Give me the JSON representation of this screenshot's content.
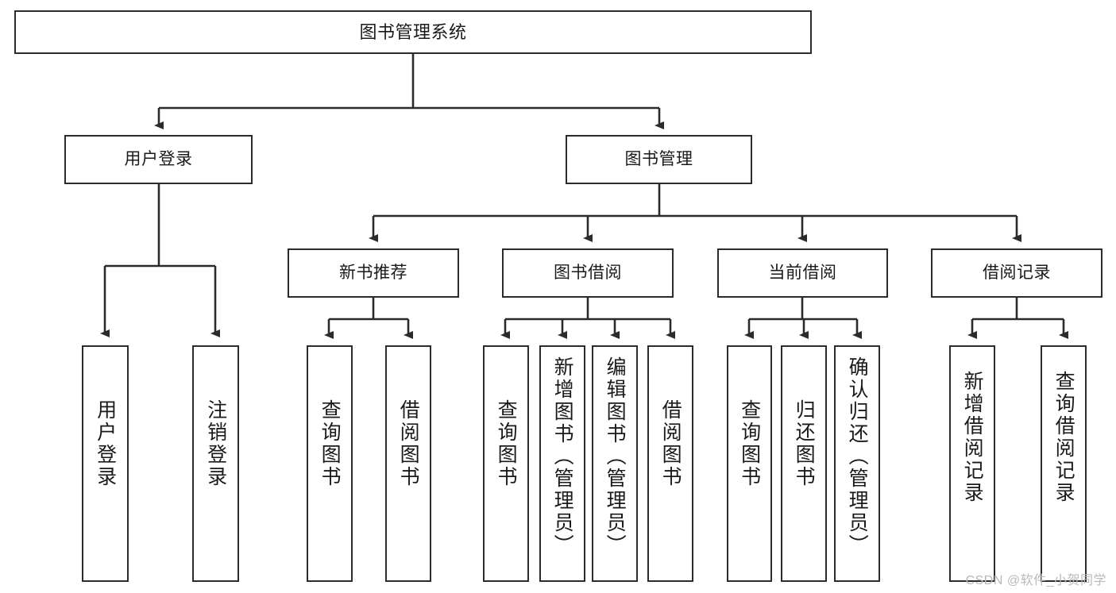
{
  "diagram": {
    "title": "图书管理系统",
    "type": "tree-hierarchy-chart",
    "watermark": "CSDN @软件_小贺同学",
    "colors": {
      "stroke": "#2b2b2b",
      "fill": "#ffffff",
      "text": "#1a1a1a",
      "watermark": "#b9b9b9"
    },
    "nodes": {
      "root": {
        "label": "图书管理系统"
      },
      "level2": [
        {
          "label": "用户登录"
        },
        {
          "label": "图书管理"
        }
      ],
      "level3": [
        {
          "label": "新书推荐"
        },
        {
          "label": "图书借阅"
        },
        {
          "label": "当前借阅"
        },
        {
          "label": "借阅记录"
        }
      ],
      "leaves": [
        {
          "label": "用户登录"
        },
        {
          "label": "注销登录"
        },
        {
          "label": "查询图书"
        },
        {
          "label": "借阅图书"
        },
        {
          "label": "查询图书"
        },
        {
          "label": "新增图书（管理员）"
        },
        {
          "label": "编辑图书（管理员）"
        },
        {
          "label": "借阅图书"
        },
        {
          "label": "查询图书"
        },
        {
          "label": "归还图书"
        },
        {
          "label": "确认归还（管理员）"
        },
        {
          "label": "新增借阅记录"
        },
        {
          "label": "查询借阅记录"
        }
      ]
    }
  }
}
